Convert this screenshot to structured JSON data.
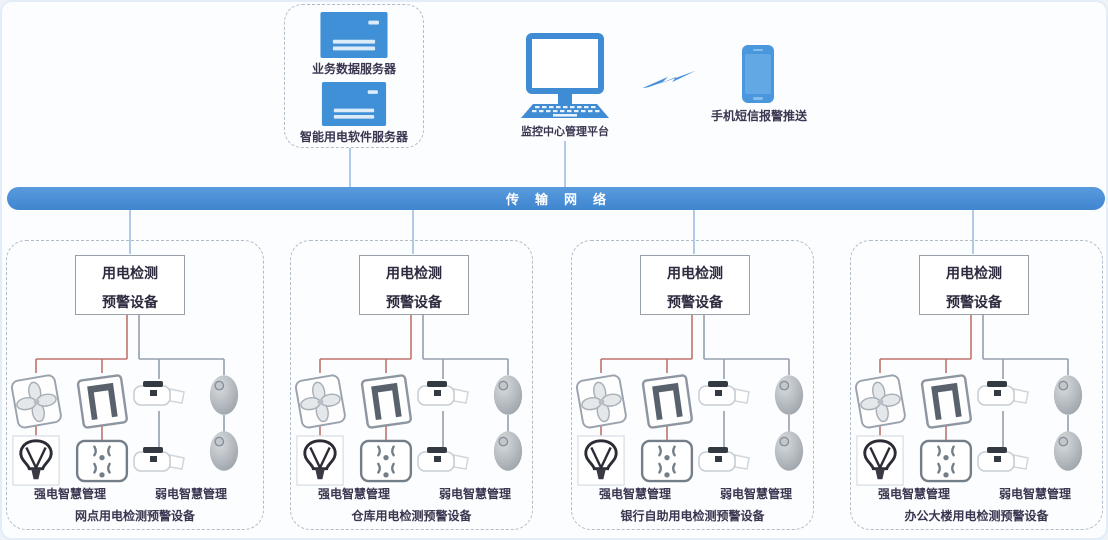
{
  "header": {
    "server_group": {
      "server1_label": "业务数据服务器",
      "server2_label": "智能用电软件服务器"
    },
    "monitor_label": "监控中心管理平台",
    "phone_label": "手机短信报警推送"
  },
  "network_bar": {
    "label": "传输网络"
  },
  "site_box": {
    "device_line1": "用电检测",
    "device_line2": "预警设备",
    "strong_label": "强电智慧管理",
    "weak_label": "弱电智慧管理"
  },
  "sites": [
    {
      "caption": "网点用电检测预警设备"
    },
    {
      "caption": "仓库用电检测预警设备"
    },
    {
      "caption": "银行自助用电检测预警设备"
    },
    {
      "caption": "办公大楼用电检测预警设备"
    }
  ],
  "icons": {
    "server": "server-icon",
    "computer": "desktop-computer-icon",
    "lightning": "lightning-bolt-icon",
    "phone": "smartphone-icon",
    "fan": "fan-icon",
    "door": "door-access-icon",
    "camera": "camera-sensor-icon",
    "dome": "dome-sensor-icon",
    "bulb": "light-bulb-icon",
    "socket": "power-socket-icon"
  },
  "colors": {
    "network_bar": "#4a8fd6",
    "device_blue": "#3f8cd5",
    "connector_blue": "#8fb3dd",
    "connector_red": "#c0736b",
    "connector_gray": "#93a0ae",
    "dashed_border": "#b0bdc9",
    "label_text": "#3a3650"
  }
}
